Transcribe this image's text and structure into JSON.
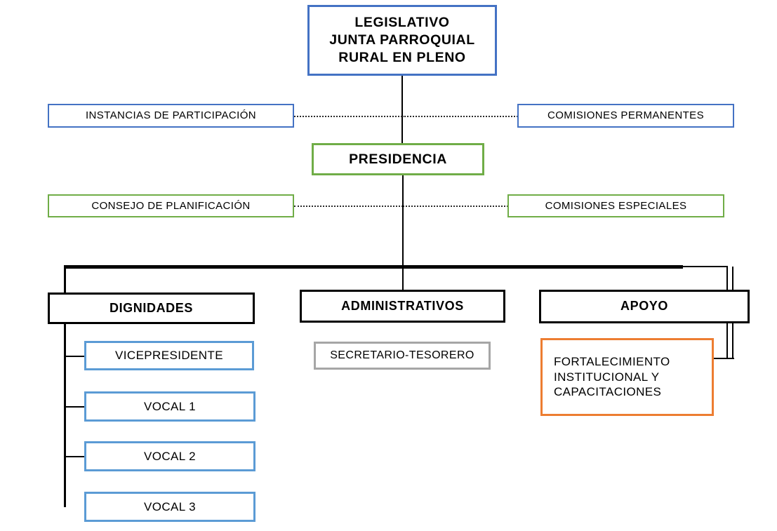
{
  "diagram": {
    "type": "organizational-chart",
    "title_text": "LEGISLATIVO JUNTA PARROQUIAL RURAL EN PLENO",
    "language": "es",
    "colors": {
      "blue_dark": "#4472C4",
      "blue_light": "#5B9BD5",
      "green": "#70AD47",
      "orange": "#ED7D31",
      "gray": "#A6A6A6",
      "black": "#000000",
      "background": "#FFFFFF",
      "dotted_connector": "#2B2B2B"
    },
    "nodes": {
      "legislativo": {
        "label": "LEGISLATIVO\nJUNTA PARROQUIAL\nRURAL EN PLENO",
        "border_color": "#4472C4",
        "weight": "bold"
      },
      "instancias": {
        "label": "INSTANCIAS DE PARTICIPACIÓN",
        "border_color": "#4472C4",
        "weight": "normal"
      },
      "comisiones_permanentes": {
        "label": "COMISIONES PERMANENTES",
        "border_color": "#4472C4",
        "weight": "normal"
      },
      "presidencia": {
        "label": "PRESIDENCIA",
        "border_color": "#70AD47",
        "weight": "bold"
      },
      "consejo_planificacion": {
        "label": "CONSEJO DE PLANIFICACIÓN",
        "border_color": "#70AD47",
        "weight": "normal"
      },
      "comisiones_especiales": {
        "label": "COMISIONES ESPECIALES",
        "border_color": "#70AD47",
        "weight": "normal"
      },
      "dignidades": {
        "label": "DIGNIDADES",
        "border_color": "#000000",
        "weight": "bold"
      },
      "administrativos": {
        "label": "ADMINISTRATIVOS",
        "border_color": "#000000",
        "weight": "bold"
      },
      "apoyo": {
        "label": "APOYO",
        "border_color": "#000000",
        "weight": "bold"
      },
      "vicepresidente": {
        "label": "VICEPRESIDENTE",
        "border_color": "#5B9BD5",
        "weight": "normal"
      },
      "vocal_1": {
        "label": "VOCAL 1",
        "border_color": "#5B9BD5",
        "weight": "normal"
      },
      "vocal_2": {
        "label": "VOCAL 2",
        "border_color": "#5B9BD5",
        "weight": "normal"
      },
      "vocal_3": {
        "label": "VOCAL 3",
        "border_color": "#5B9BD5",
        "weight": "normal"
      },
      "secretario_tesorero": {
        "label": "SECRETARIO-TESORERO",
        "border_color": "#A6A6A6",
        "weight": "normal"
      },
      "fortalecimiento": {
        "label": "FORTALECIMIENTO\nINSTITUCIONAL   Y\nCAPACITACIONES",
        "border_color": "#ED7D31",
        "weight": "normal"
      }
    }
  }
}
